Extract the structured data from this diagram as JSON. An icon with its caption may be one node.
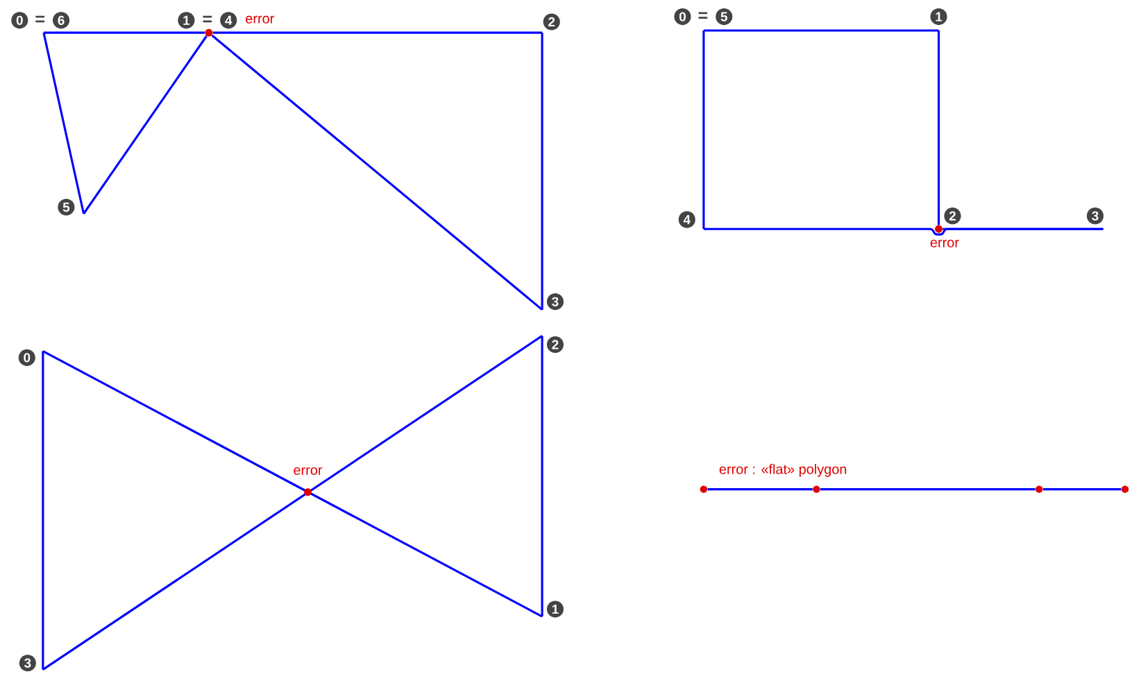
{
  "diagram": {
    "nodes": [
      {
        "text": [
          "0",
          "=",
          "6"
        ]
      },
      {
        "text": [
          "1",
          "=",
          "4"
        ],
        "beside": [
          "error"
        ]
      },
      {
        "text": [
          "2"
        ]
      },
      {
        "text": [
          "3"
        ]
      },
      {
        "text": [
          "5"
        ]
      },
      {
        "text": [
          "0",
          "=",
          "5"
        ]
      },
      {
        "text": [
          "1"
        ]
      },
      {
        "text": [
          "2"
        ],
        "beside": [
          "error"
        ]
      },
      {
        "text": [
          "3"
        ]
      },
      {
        "text": [
          "4"
        ]
      },
      {
        "text": [
          "0"
        ]
      },
      {
        "text": [
          "1"
        ]
      },
      {
        "text": [
          "2"
        ]
      },
      {
        "text": [
          "3"
        ]
      },
      {
        "text": [],
        "shape": "circle"
      },
      {
        "text": [],
        "shape": "circle"
      },
      {
        "text": [],
        "shape": "circle"
      },
      {
        "text": [],
        "shape": "circle"
      }
    ],
    "edges": [
      {
        "from": 0,
        "to": 1,
        "arrow": "none"
      },
      {
        "from": 1,
        "to": 2,
        "arrow": "none"
      },
      {
        "from": 2,
        "to": 3,
        "arrow": "none"
      },
      {
        "from": 3,
        "to": 1,
        "arrow": "none"
      },
      {
        "from": 1,
        "to": 4,
        "arrow": "none"
      },
      {
        "from": 4,
        "to": 0,
        "arrow": "none"
      },
      {
        "from": 5,
        "to": 6,
        "arrow": "none"
      },
      {
        "from": 6,
        "to": 7,
        "arrow": "none"
      },
      {
        "from": 7,
        "to": 8,
        "arrow": "none"
      },
      {
        "from": 8,
        "to": 9,
        "arrow": "none"
      },
      {
        "from": 9,
        "to": 5,
        "arrow": "none"
      },
      {
        "from": 10,
        "to": 11,
        "arrow": "none"
      },
      {
        "from": 11,
        "to": 12,
        "arrow": "none"
      },
      {
        "from": 12,
        "to": 13,
        "arrow": "none"
      },
      {
        "from": 13,
        "to": 10,
        "arrow": "none"
      },
      {
        "from": 14,
        "to": 15,
        "arrow": "none"
      },
      {
        "from": 15,
        "to": 16,
        "arrow": "none"
      },
      {
        "from": 16,
        "to": 17,
        "arrow": "none"
      }
    ],
    "labels": [
      "error",
      "error : «flat» polygon"
    ]
  }
}
